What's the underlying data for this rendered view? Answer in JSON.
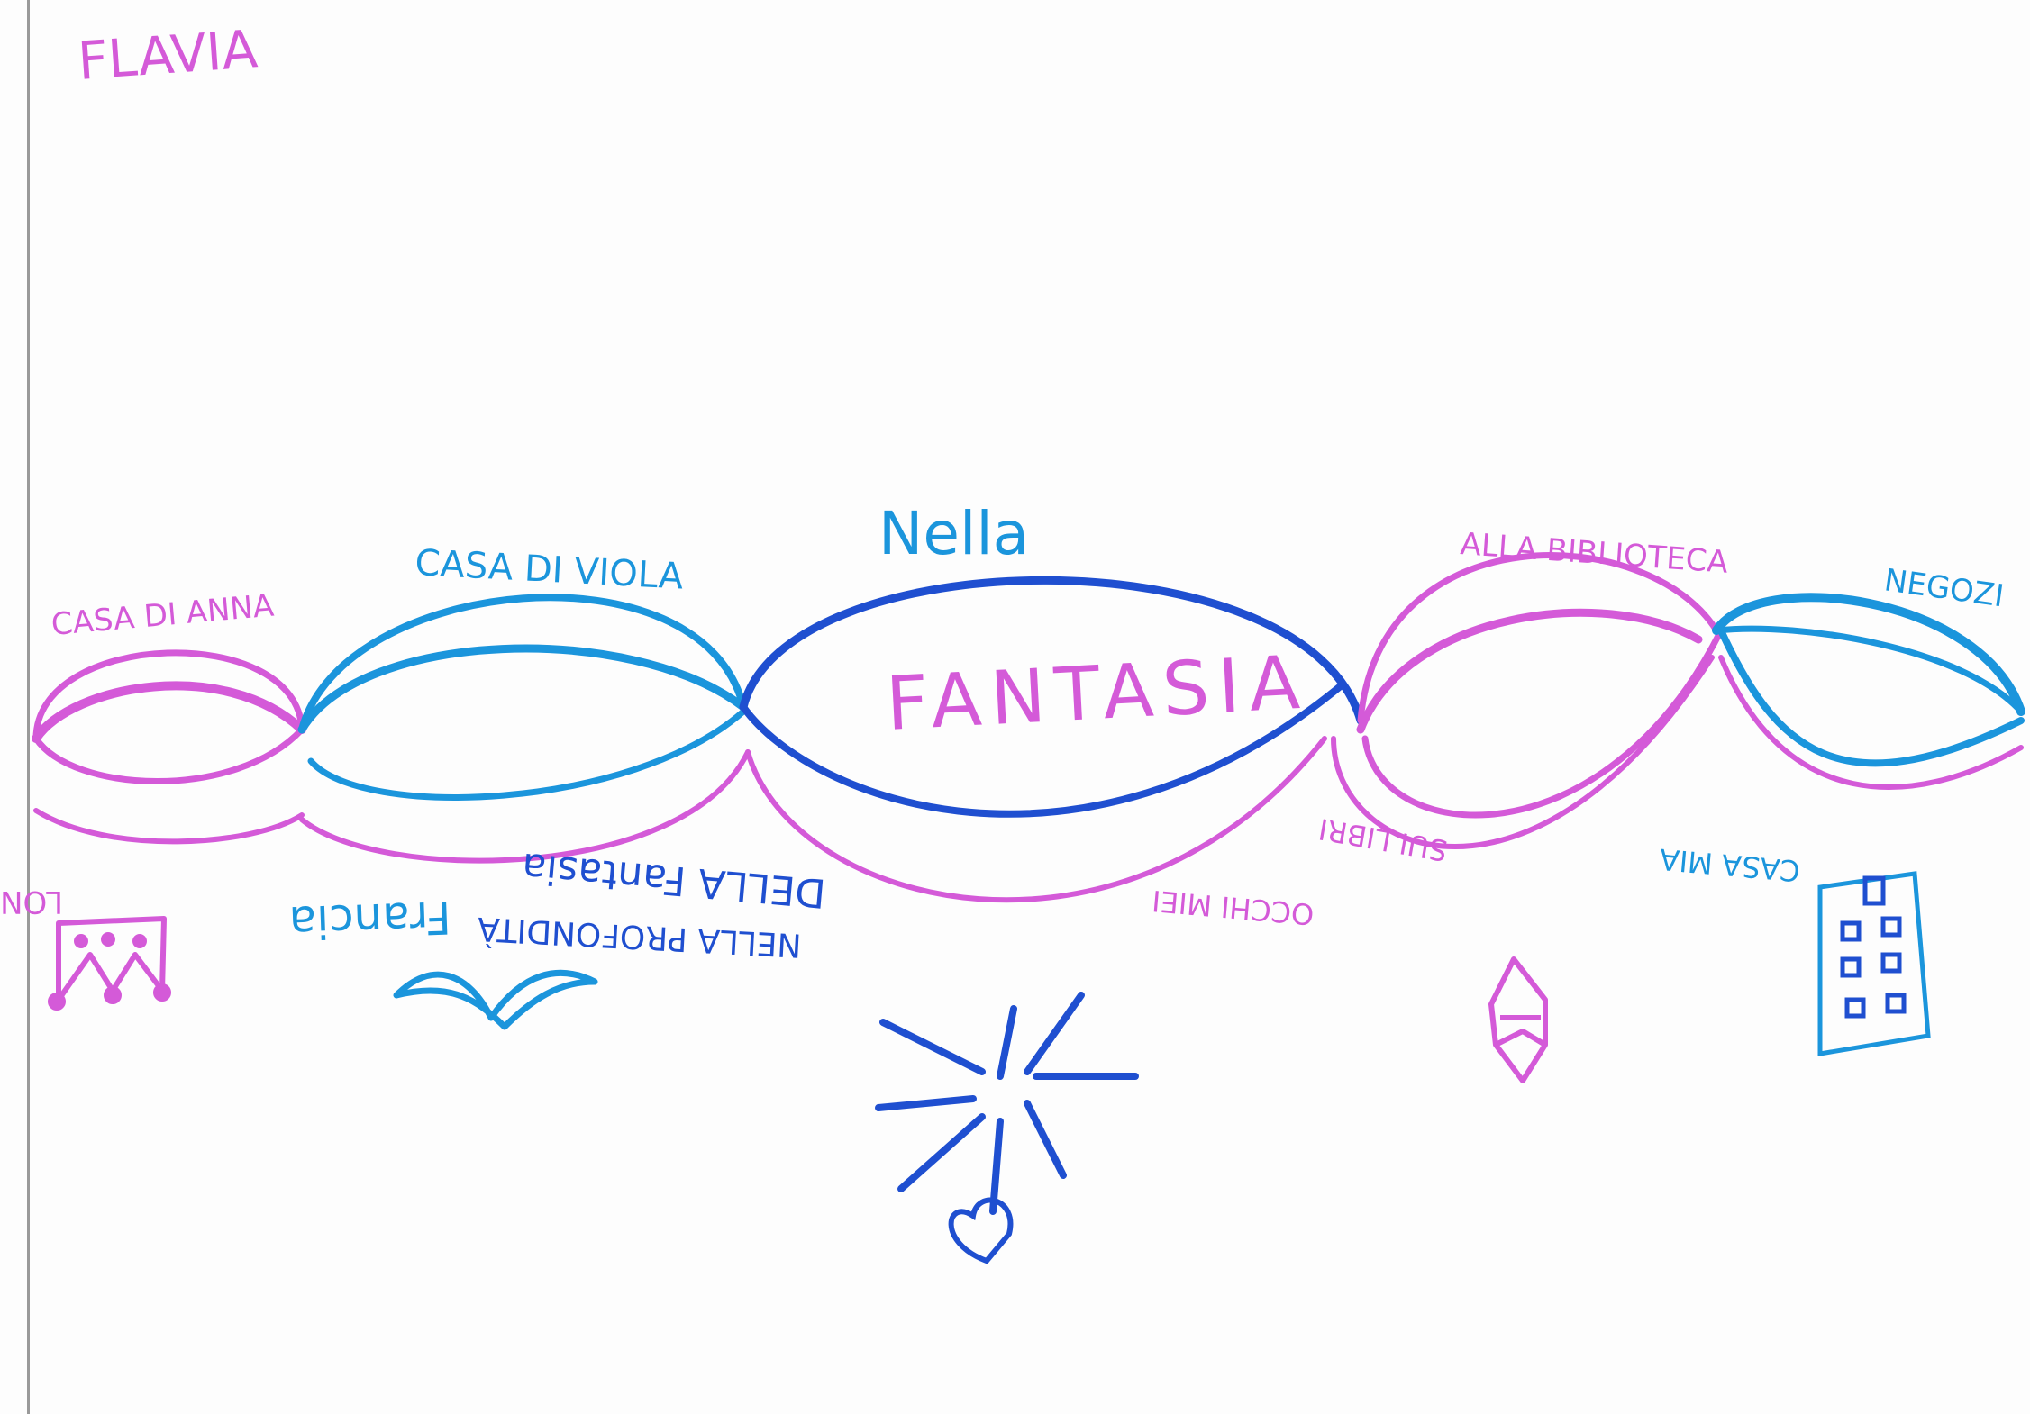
{
  "author": "FLAVIA",
  "colors": {
    "magenta": "#d45ad8",
    "light_blue": "#1b95dc",
    "dark_blue": "#1f4fd0",
    "paper": "#fdfdfd"
  },
  "loops": [
    {
      "upper_label": "CASA DI ANNA",
      "lower_label": "LONDRA",
      "drawing": "crown-icon"
    },
    {
      "upper_label": "CASA DI VIOLA",
      "lower_label": "Francia",
      "drawing": "wave-icon"
    },
    {
      "upper_label": "Nella",
      "inner_label": "FANTASIA",
      "lower_label": "DELLA Fantasia",
      "lower_label_2": "NELLA PROFONDITÀ",
      "drawing": "sun-heart-icon"
    },
    {
      "upper_label": "ALLA BIBLIOTECA",
      "lower_label": "SUI LIBRI",
      "lower_label_2": "OCCHI MIEI",
      "drawing": "gem-icon"
    },
    {
      "upper_label": "NEGOZI",
      "lower_label": "CASA MIA",
      "drawing": "building-icon"
    }
  ]
}
